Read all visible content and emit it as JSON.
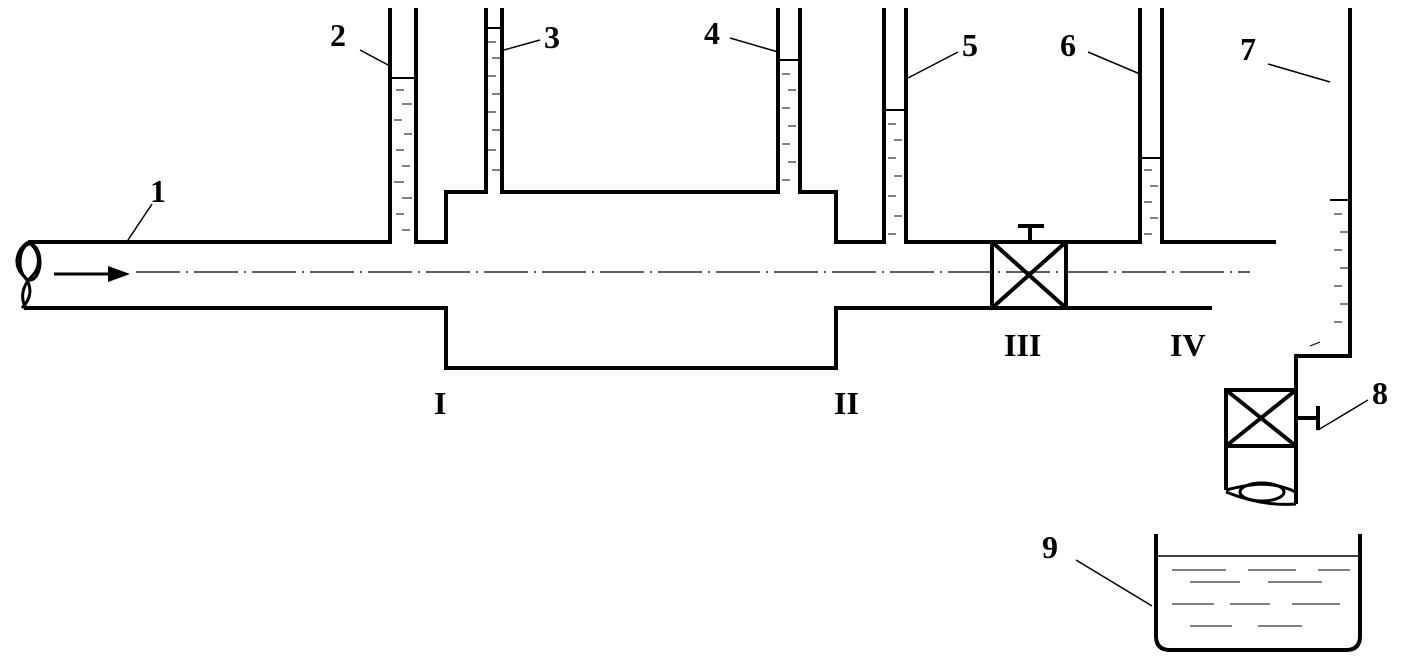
{
  "labels": {
    "n1": "1",
    "n2": "2",
    "n3": "3",
    "n4": "4",
    "n5": "5",
    "n6": "6",
    "n7": "7",
    "n8": "8",
    "n9": "9",
    "sI": "I",
    "sII": "II",
    "sIII": "III",
    "sIV": "IV"
  },
  "colors": {
    "line": "#000000",
    "background": "#ffffff"
  }
}
